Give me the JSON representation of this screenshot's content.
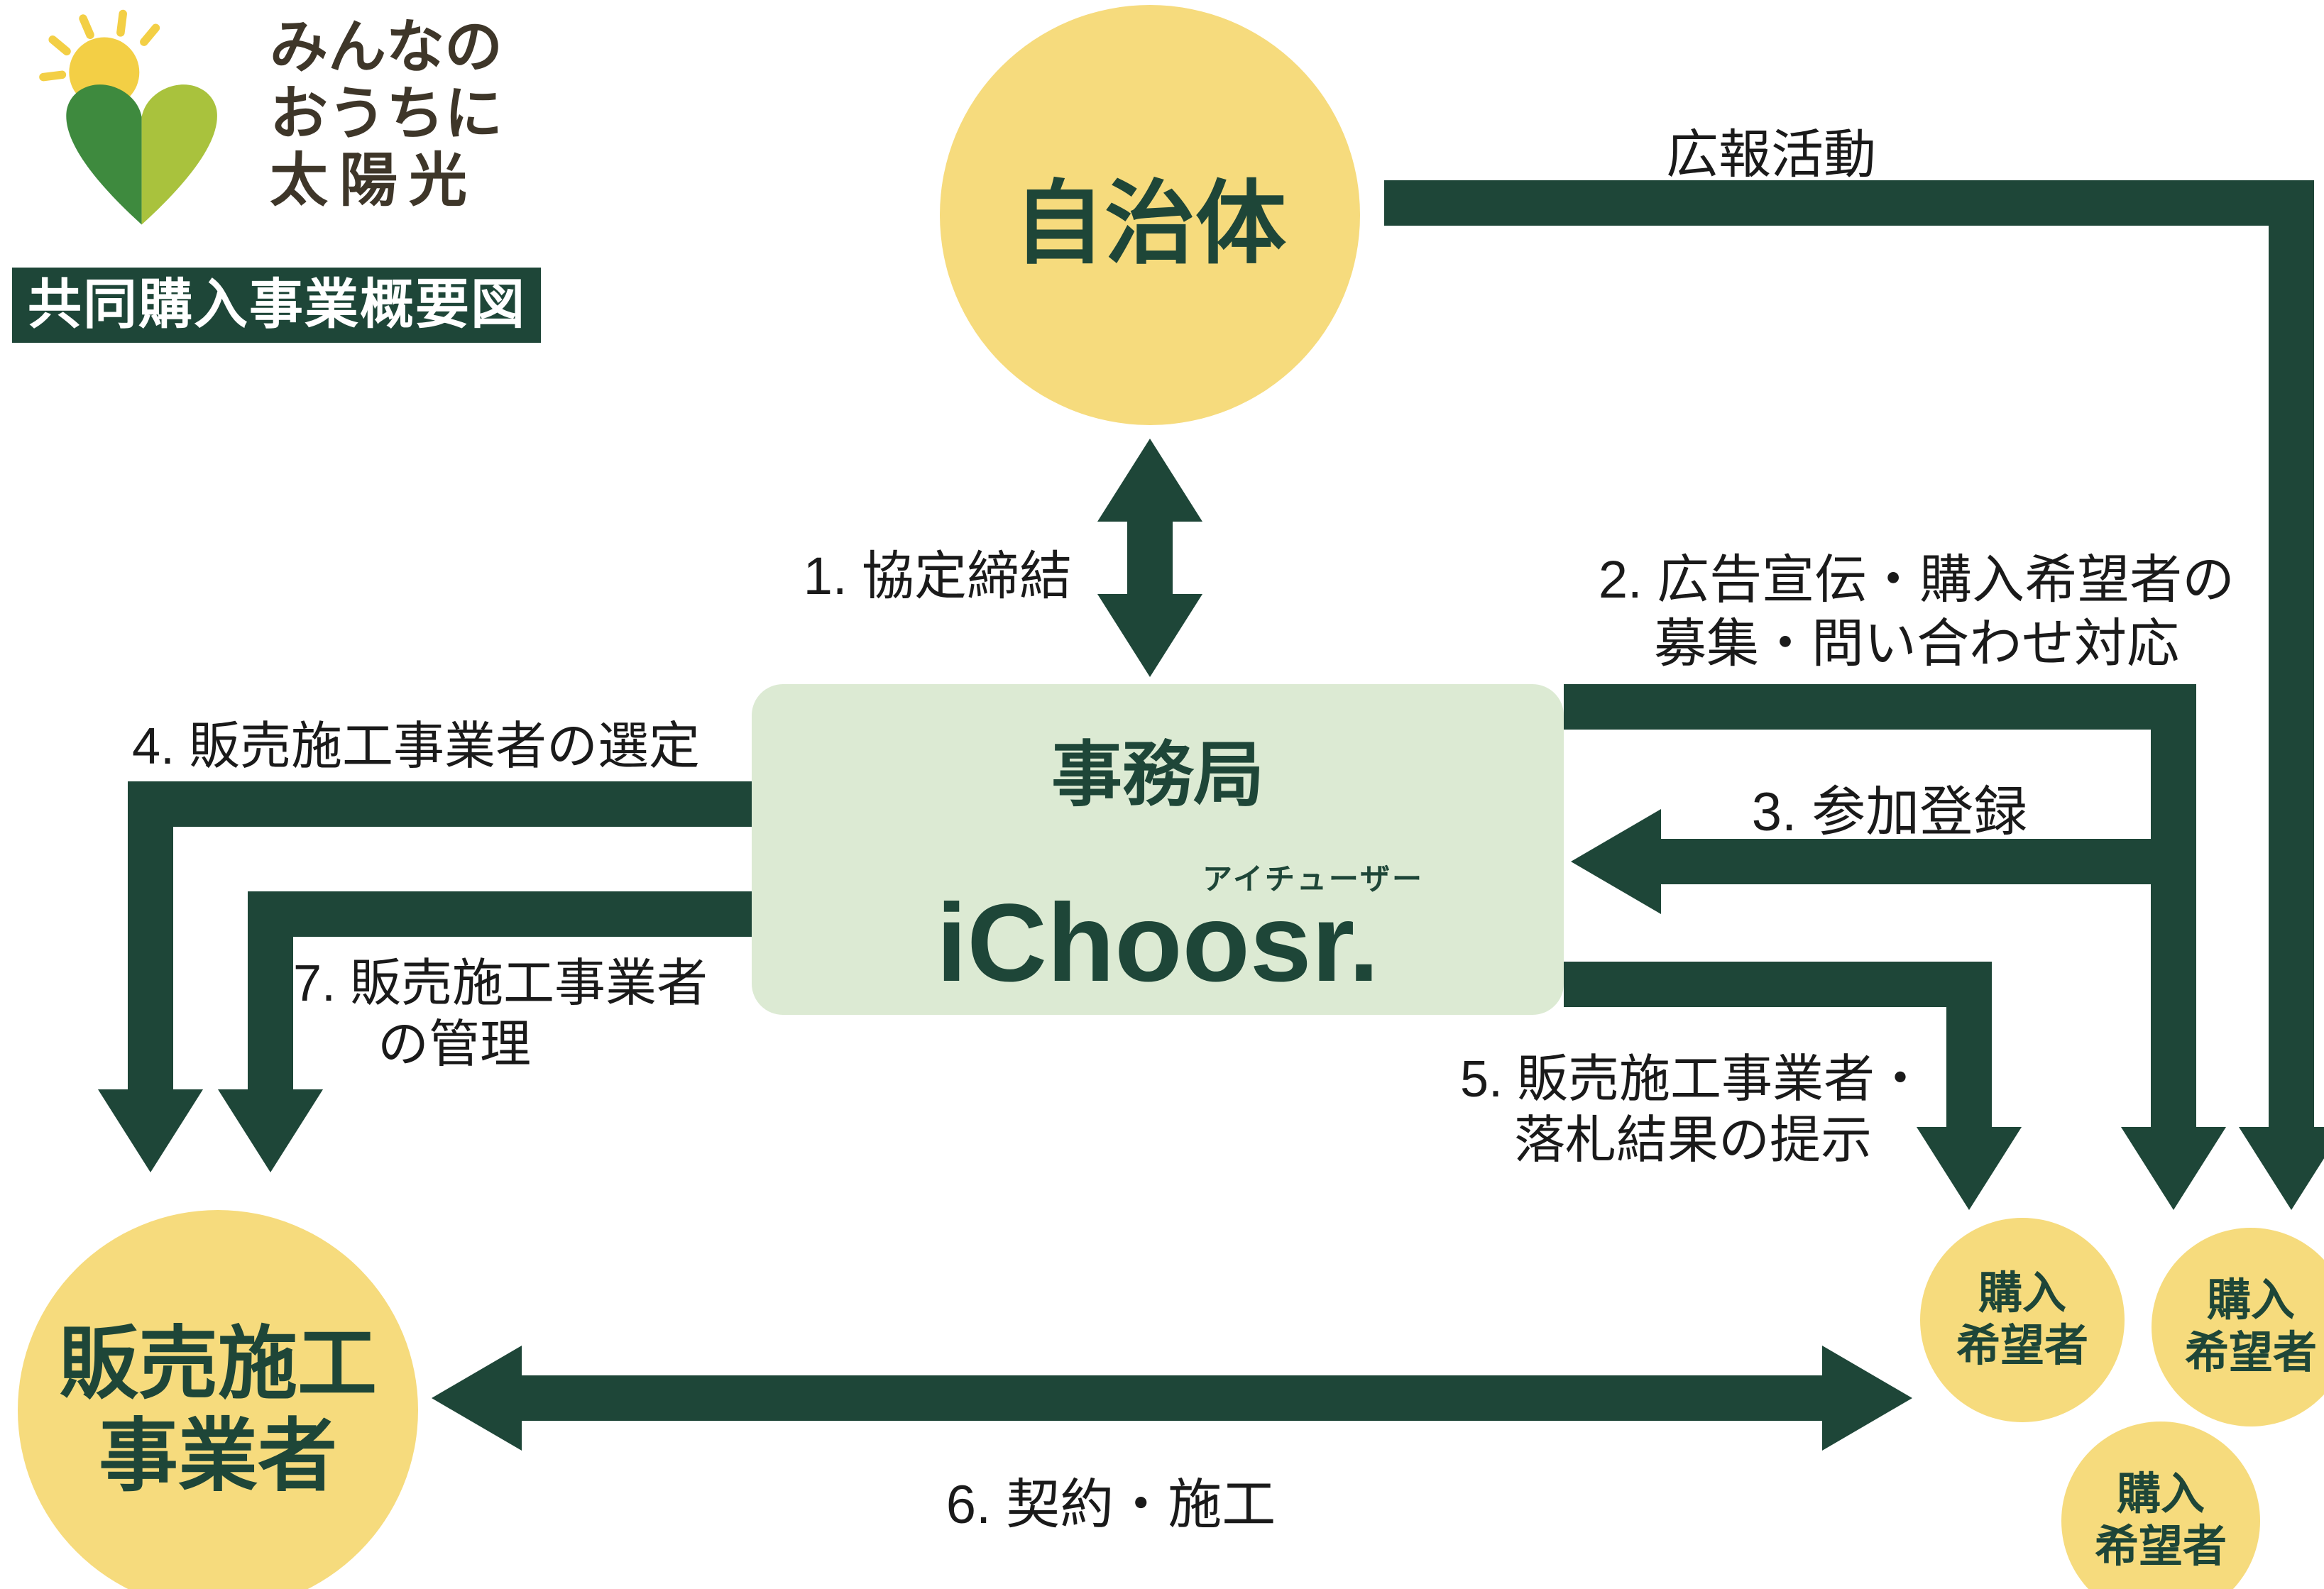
{
  "logo": {
    "lines": [
      "みんなの",
      "おうちに",
      "太陽光"
    ]
  },
  "banner": {
    "title": "共同購入事業概要図"
  },
  "nodes": {
    "municipality": {
      "label": "自治体"
    },
    "office": {
      "label": "事務局",
      "brand": "iChoosr.",
      "brand_ruby": "アイチューザー"
    },
    "contractor": {
      "lines": [
        "販売施工",
        "事業者"
      ]
    },
    "purchaser": {
      "lines": [
        "購入",
        "希望者"
      ]
    }
  },
  "labels": {
    "pr": "広報活動",
    "step1": "1. 協定締結",
    "step2_line1": "2. 広告宣伝・購入希望者の",
    "step2_line2": "募集・問い合わせ対応",
    "step3": "3. 参加登録",
    "step4": "4. 販売施工事業者の選定",
    "step5_line1": "5. 販売施工事業者・",
    "step5_line2": "落札結果の提示",
    "step6": "6. 契約・施工",
    "step7_line1": "7. 販売施工事業者",
    "step7_line2": "の管理"
  },
  "colors": {
    "dark_green": "#1e4638",
    "circle_yellow": "#f6db7d",
    "office_green": "#dcead3",
    "label_ink": "#1a1a1a",
    "logo_text": "#3e3629",
    "sun_yellow": "#f3cf45",
    "heart_dark": "#3e8a3e",
    "heart_light": "#a9c23d"
  }
}
